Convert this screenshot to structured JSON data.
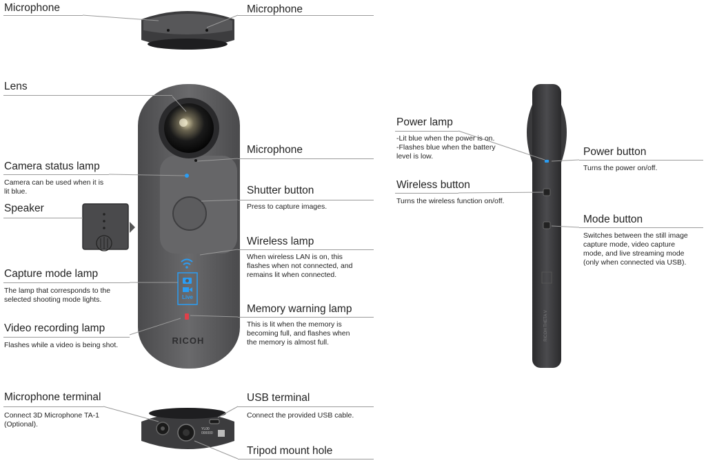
{
  "labels": {
    "mic_top_left": "Microphone",
    "mic_top_right": "Microphone",
    "lens": "Lens",
    "microphone": "Microphone",
    "camera_status_lamp": {
      "title": "Camera status lamp",
      "desc": "Camera can be used when it is\nlit blue."
    },
    "shutter_button": {
      "title": "Shutter button",
      "desc": "Press to capture images."
    },
    "speaker": "Speaker",
    "wireless_lamp": {
      "title": "Wireless lamp",
      "desc": "When wireless LAN is on, this\nflashes when not connected, and\nremains lit when connected."
    },
    "capture_mode_lamp": {
      "title": "Capture mode lamp",
      "desc": "The lamp that corresponds to the\nselected shooting mode lights."
    },
    "memory_warning_lamp": {
      "title": "Memory warning lamp",
      "desc": "This is lit when the memory is\nbecoming full, and flashes when\nthe memory is almost full."
    },
    "video_recording_lamp": {
      "title": "Video recording lamp",
      "desc": "Flashes while a video is being shot."
    },
    "microphone_terminal": {
      "title": "Microphone terminal",
      "desc": "Connect 3D Microphone TA-1\n(Optional)."
    },
    "usb_terminal": {
      "title": "USB terminal",
      "desc": "Connect the provided USB cable."
    },
    "tripod_mount_hole": "Tripod mount hole",
    "power_lamp": {
      "title": "Power lamp",
      "desc": "-Lit blue when the power is on.\n-Flashes blue when the battery\n level is low."
    },
    "power_button": {
      "title": "Power button",
      "desc": "Turns the power on/off."
    },
    "wireless_button": {
      "title": "Wireless button",
      "desc": "Turns the wireless function on/off."
    },
    "mode_button": {
      "title": "Mode button",
      "desc": "Switches between the still image\ncapture mode, video capture\nmode, and live streaming mode\n(only when connected via USB)."
    }
  },
  "camera": {
    "brand": "RICOH",
    "live_label": "Live",
    "bottom_serial": "YL00\n000000",
    "side_text": "RICOH THETA V"
  },
  "colors": {
    "body": "#5a5a5c",
    "body_dark": "#3a3a3c",
    "lamp_blue": "#2a9df4",
    "lamp_red": "#e0404a",
    "rule": "#9a9a9a"
  }
}
